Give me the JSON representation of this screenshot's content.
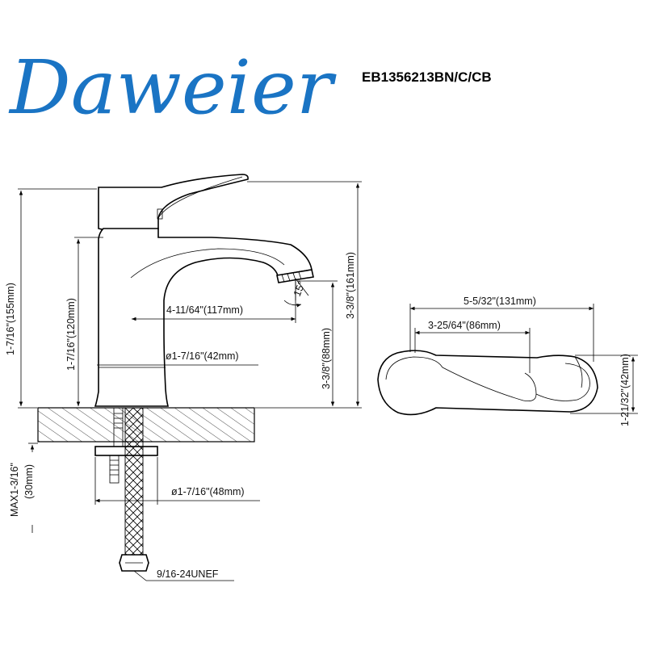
{
  "brand": {
    "name": "Daweier",
    "color": "#1a74c4"
  },
  "model": "EB1356213BN/C/CB",
  "dimensions": {
    "total_height": "1-7/16\"(155mm)",
    "spout_height": "1-7/16\"(120mm)",
    "spout_reach": "4-11/64\"(117mm)",
    "aerator_height": "3-3/8\"(88mm)",
    "overall_height": "3-3/8\"(161mm)",
    "angle": "15°",
    "base_diameter": "ø1-7/16\"(42mm)",
    "nut_diameter": "ø1-7/16\"(48mm)",
    "max_deck": "MAX1-3/16\"",
    "max_deck_mm": "(30mm)",
    "thread": "9/16-24UNEF",
    "handle_length": "5-5/32\"(131mm)",
    "handle_lever": "3-25/64\"(86mm)",
    "handle_width": "1-21/32\"(42mm)"
  }
}
